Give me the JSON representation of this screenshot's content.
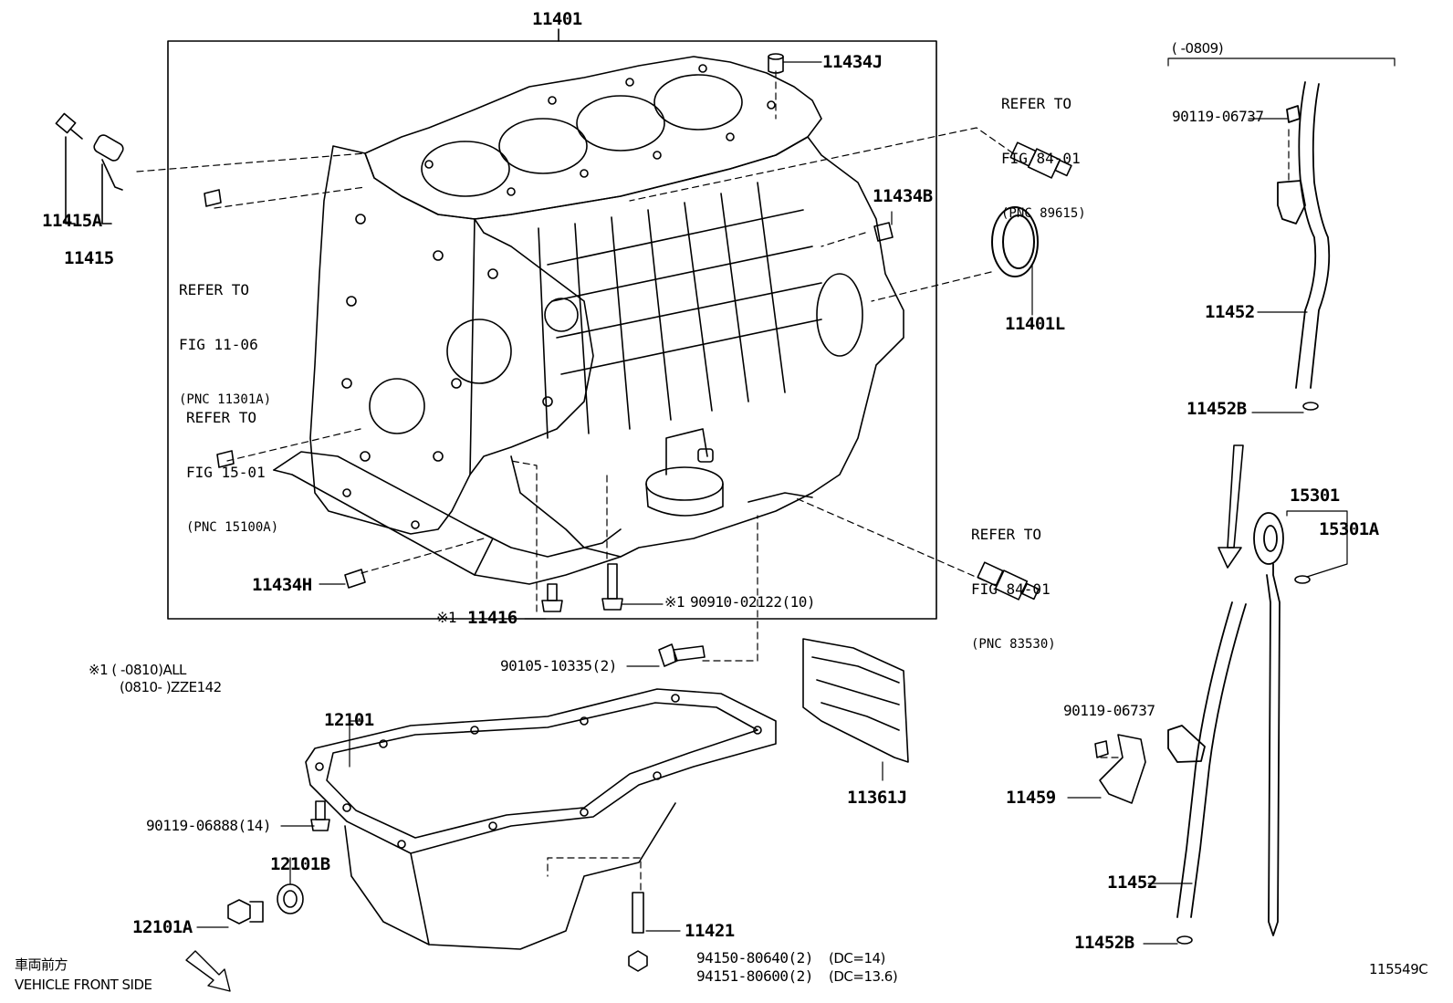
{
  "parts": {
    "p11401": "11401",
    "p11434j": "11434J",
    "p11415a": "11415A",
    "p11415": "11415",
    "p11434b": "11434B",
    "p11401l": "11401L",
    "p11434h": "11434H",
    "p11416": "11416",
    "p11416_mark": "※1",
    "p90910": "90910-02122(10)",
    "p90910_mark": "※1",
    "p90105": "90105-10335(2)",
    "p12101": "12101",
    "p90119_06888": "90119-06888(14)",
    "p12101b": "12101B",
    "p12101a": "12101A",
    "p11421": "11421",
    "p94150": "94150-80640(2)",
    "p94150_dc": "(DC=14)",
    "p94151": "94151-80600(2)",
    "p94151_dc": "(DC=13.6)",
    "p11361j": "11361J",
    "p90119_top": "90119-06737",
    "p11452_top": "11452",
    "p11452b_top": "11452B",
    "p15301": "15301",
    "p15301a": "15301A",
    "p90119_mid": "90119-06737",
    "p11459": "11459",
    "p11452_bot": "11452",
    "p11452b_bot": "11452B"
  },
  "refs": {
    "r1": {
      "line1": "REFER TO",
      "line2": "FIG 11-06",
      "line3": "(PNC 11301A)"
    },
    "r2": {
      "line1": "REFER TO",
      "line2": "FIG 15-01",
      "line3": "(PNC 15100A)"
    },
    "r3": {
      "line1": "REFER TO",
      "line2": "FIG 84-01",
      "line3": "(PNC 89615)"
    },
    "r4": {
      "line1": "REFER TO",
      "line2": "FIG 84-01",
      "line3": "(PNC 83530)"
    }
  },
  "notes": {
    "date_range": "(    -0809)",
    "footnote_line1": "※1 (    -0810)ALL",
    "footnote_line2": "(0810-    )ZZE142",
    "front_jp": "車両前方",
    "front_en": "VEHICLE FRONT SIDE",
    "illustration_id": "115549C"
  }
}
